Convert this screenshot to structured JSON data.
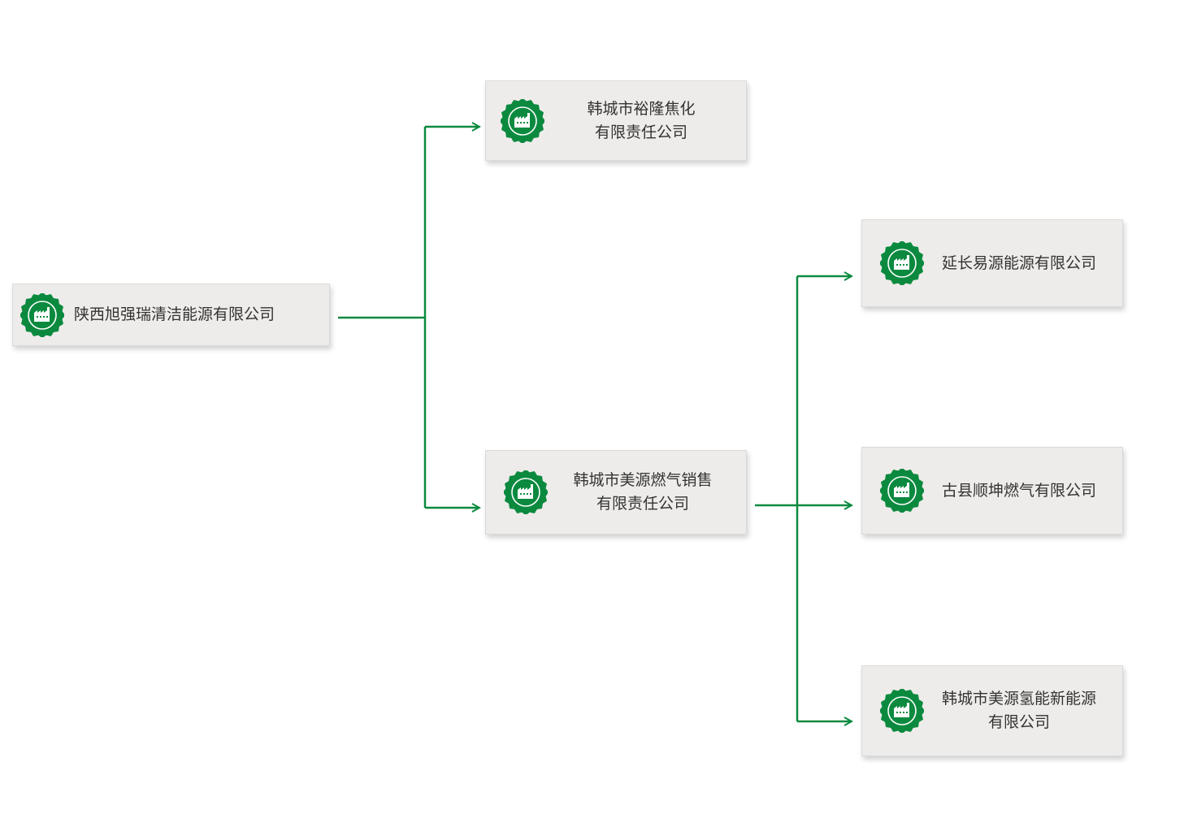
{
  "colors": {
    "accent": "#0b8a3f",
    "node_bg": "#eeecea",
    "text": "#333333"
  },
  "icon": "factory-badge-icon",
  "nodes": {
    "root": {
      "line1": "陕西旭强瑞清洁能源有限公司"
    },
    "yulong": {
      "line1": "韩城市裕隆焦化",
      "line2": "有限责任公司"
    },
    "meiyuan_gas": {
      "line1": "韩城市美源燃气销售",
      "line2": "有限责任公司"
    },
    "yanchang": {
      "line1": "延长易源能源有限公司"
    },
    "guxian": {
      "line1": "古县顺坤燃气有限公司"
    },
    "hydrogen": {
      "line1": "韩城市美源氢能新能源",
      "line2": "有限公司"
    }
  }
}
